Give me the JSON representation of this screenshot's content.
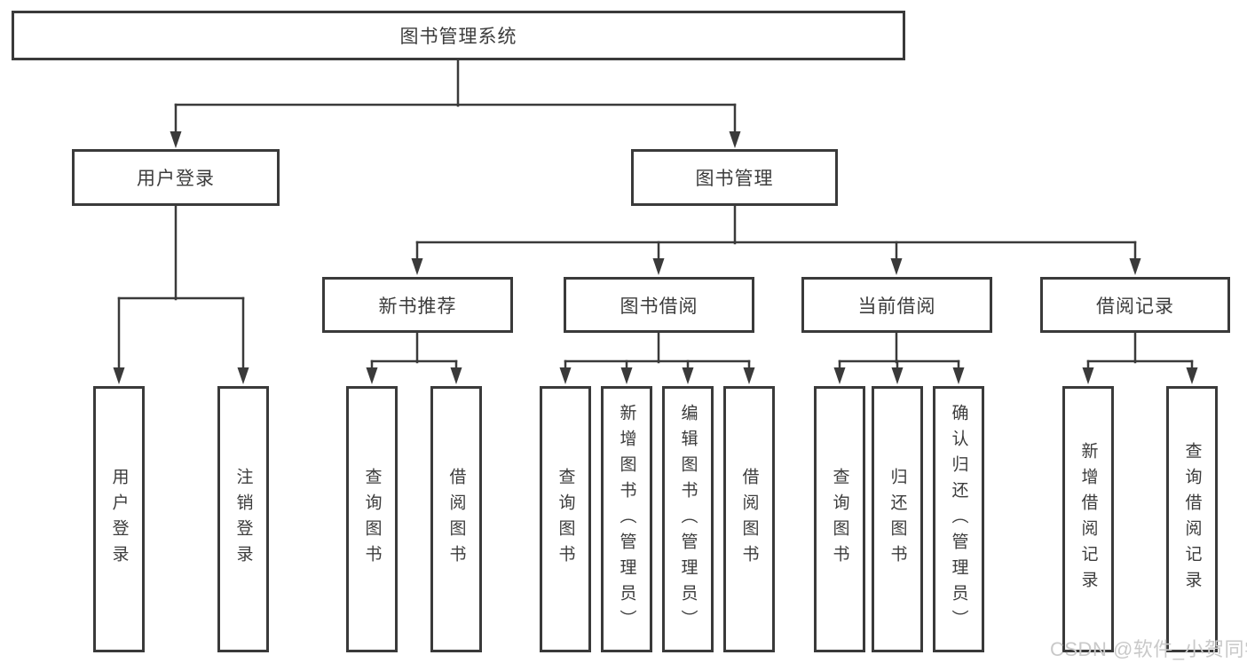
{
  "colors": {
    "line": "#3a3a3a",
    "text": "#3c3c3c",
    "background": "#ffffff",
    "watermark": "#c9c9c9"
  },
  "watermark": {
    "text": "CSDN @软件_小贺同学"
  },
  "diagram": {
    "type": "tree",
    "nodes": {
      "root": {
        "label": "图书管理系统"
      },
      "user_login": {
        "label": "用户登录"
      },
      "book_mgmt": {
        "label": "图书管理"
      },
      "new_book_rec": {
        "label": "新书推荐"
      },
      "book_borrow": {
        "label": "图书借阅"
      },
      "current_borrow": {
        "label": "当前借阅"
      },
      "borrow_records": {
        "label": "借阅记录"
      },
      "ul_login": {
        "label": "用户登录"
      },
      "ul_logout": {
        "label": "注销登录"
      },
      "nbr_query": {
        "label": "查询图书"
      },
      "nbr_borrow": {
        "label": "借阅图书"
      },
      "bb_query": {
        "label": "查询图书"
      },
      "bb_add": {
        "label": "新增图书（管理员）"
      },
      "bb_edit": {
        "label": "编辑图书（管理员）"
      },
      "bb_borrow": {
        "label": "借阅图书"
      },
      "cb_query": {
        "label": "查询图书"
      },
      "cb_return": {
        "label": "归还图书"
      },
      "cb_confirm": {
        "label": "确认归还（管理员）"
      },
      "br_add": {
        "label": "新增借阅记录"
      },
      "br_query": {
        "label": "查询借阅记录"
      }
    },
    "edges": [
      [
        "root",
        "user_login"
      ],
      [
        "root",
        "book_mgmt"
      ],
      [
        "user_login",
        "ul_login"
      ],
      [
        "user_login",
        "ul_logout"
      ],
      [
        "book_mgmt",
        "new_book_rec"
      ],
      [
        "book_mgmt",
        "book_borrow"
      ],
      [
        "book_mgmt",
        "current_borrow"
      ],
      [
        "book_mgmt",
        "borrow_records"
      ],
      [
        "new_book_rec",
        "nbr_query"
      ],
      [
        "new_book_rec",
        "nbr_borrow"
      ],
      [
        "book_borrow",
        "bb_query"
      ],
      [
        "book_borrow",
        "bb_add"
      ],
      [
        "book_borrow",
        "bb_edit"
      ],
      [
        "book_borrow",
        "bb_borrow"
      ],
      [
        "current_borrow",
        "cb_query"
      ],
      [
        "current_borrow",
        "cb_return"
      ],
      [
        "current_borrow",
        "cb_confirm"
      ],
      [
        "borrow_records",
        "br_add"
      ],
      [
        "borrow_records",
        "br_query"
      ]
    ]
  }
}
